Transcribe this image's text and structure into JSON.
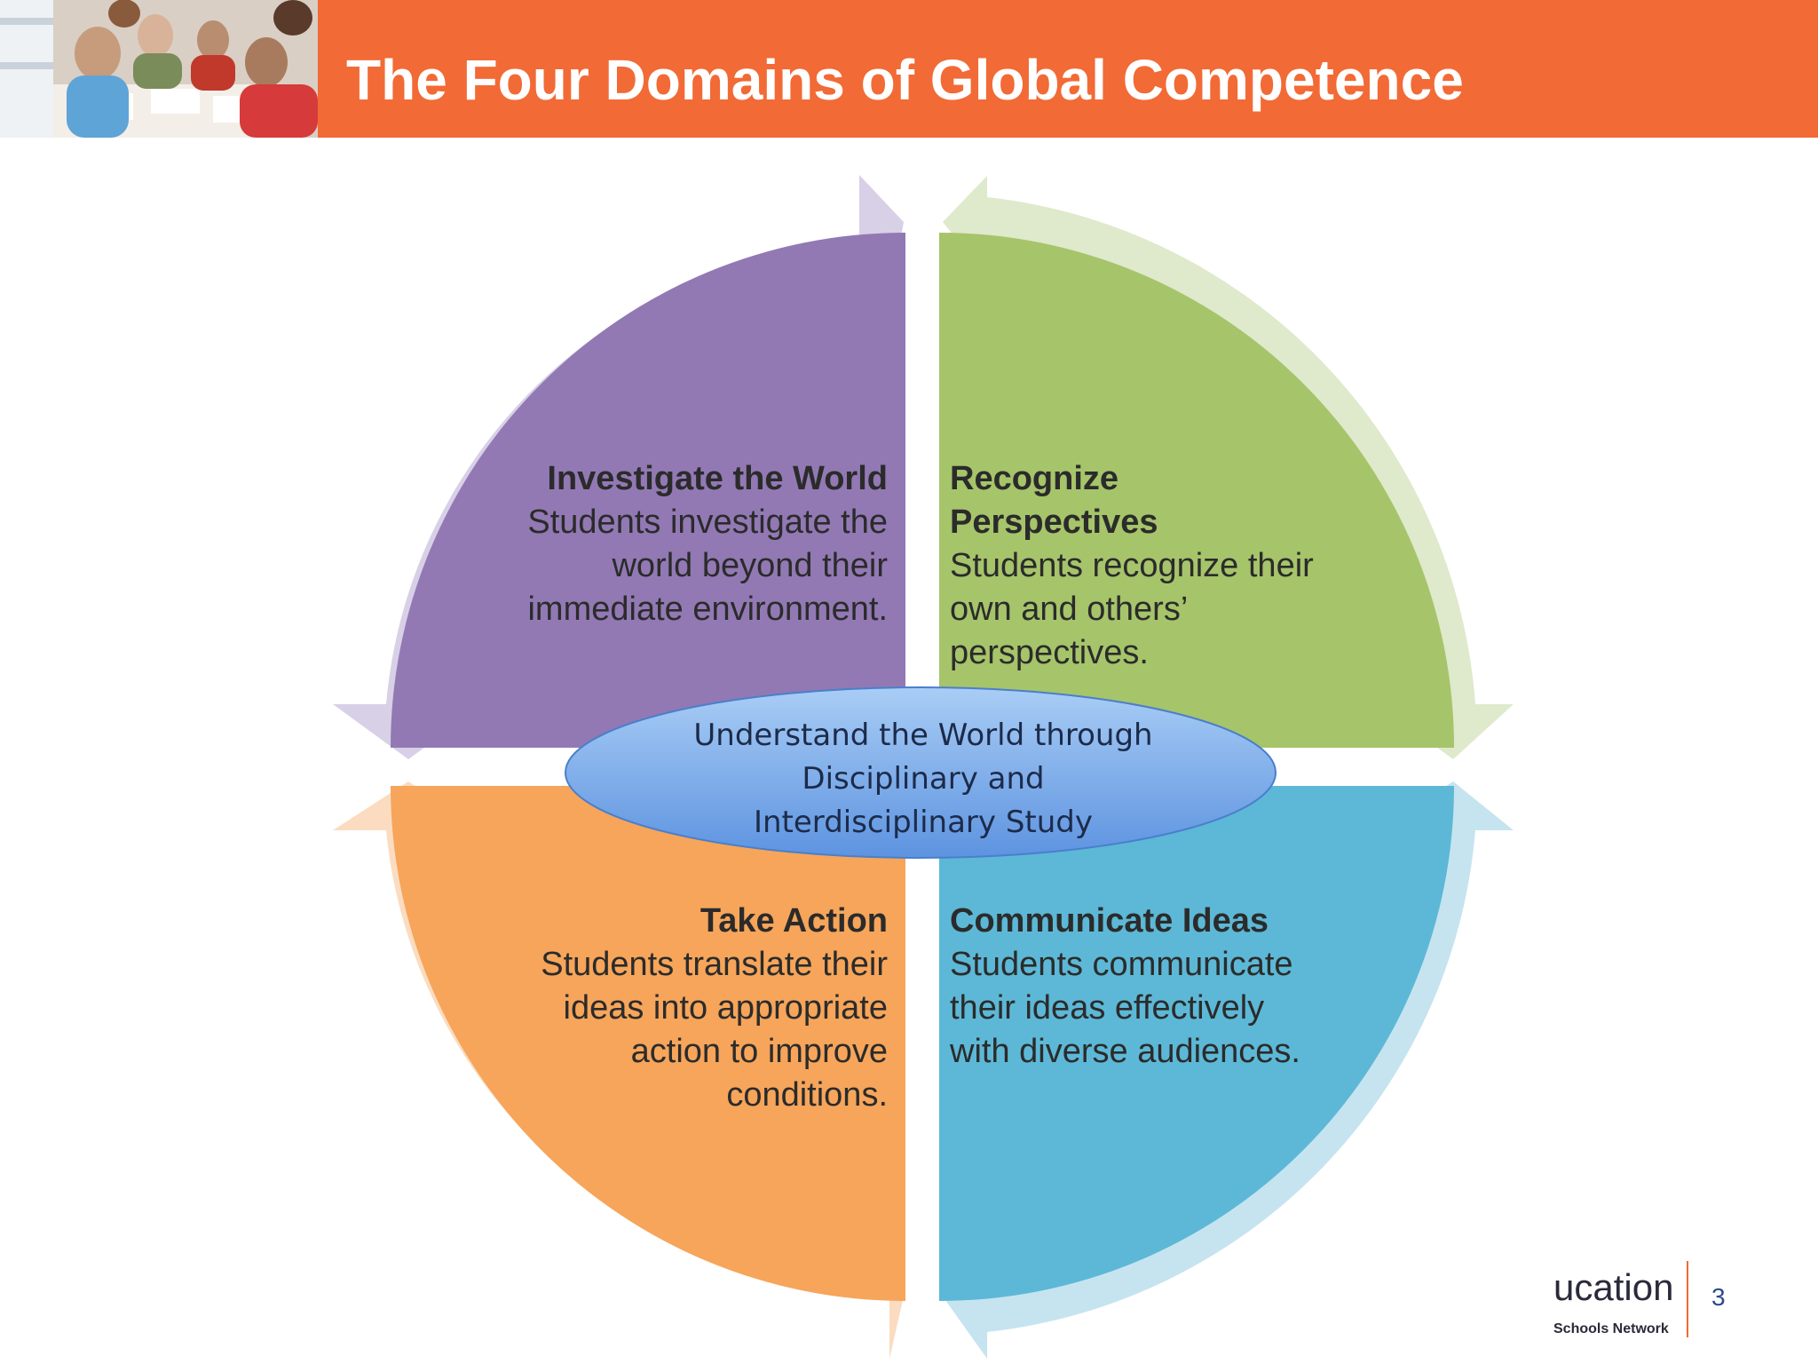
{
  "slide": {
    "title": "The Four Domains of Global Competence",
    "page_number": "3"
  },
  "colors": {
    "header": "#f26a35",
    "investigate": "#9279b4",
    "recognize": "#a6c46a",
    "action": "#f6a55a",
    "communicate": "#5cb8d6",
    "center": "#7fb0ea"
  },
  "quadrants": {
    "investigate": {
      "heading": "Investigate the World",
      "lines": [
        "Students investigate the",
        "world beyond their",
        "immediate environment."
      ]
    },
    "recognize": {
      "heading_lines": [
        "Recognize",
        "Perspectives"
      ],
      "lines": [
        "Students recognize their",
        "own and others’",
        "perspectives."
      ]
    },
    "action": {
      "heading": "Take Action",
      "lines": [
        "Students translate their",
        "ideas into appropriate",
        "action to improve",
        "conditions."
      ]
    },
    "communicate": {
      "heading": "Communicate Ideas",
      "lines": [
        "Students communicate",
        "their ideas effectively",
        "with diverse audiences."
      ]
    }
  },
  "center": {
    "lines": [
      "Understand the World through",
      "Disciplinary and",
      "Interdisciplinary Study"
    ]
  },
  "footer": {
    "logo_text": "ucation",
    "logo_sub": "Schools Network"
  }
}
